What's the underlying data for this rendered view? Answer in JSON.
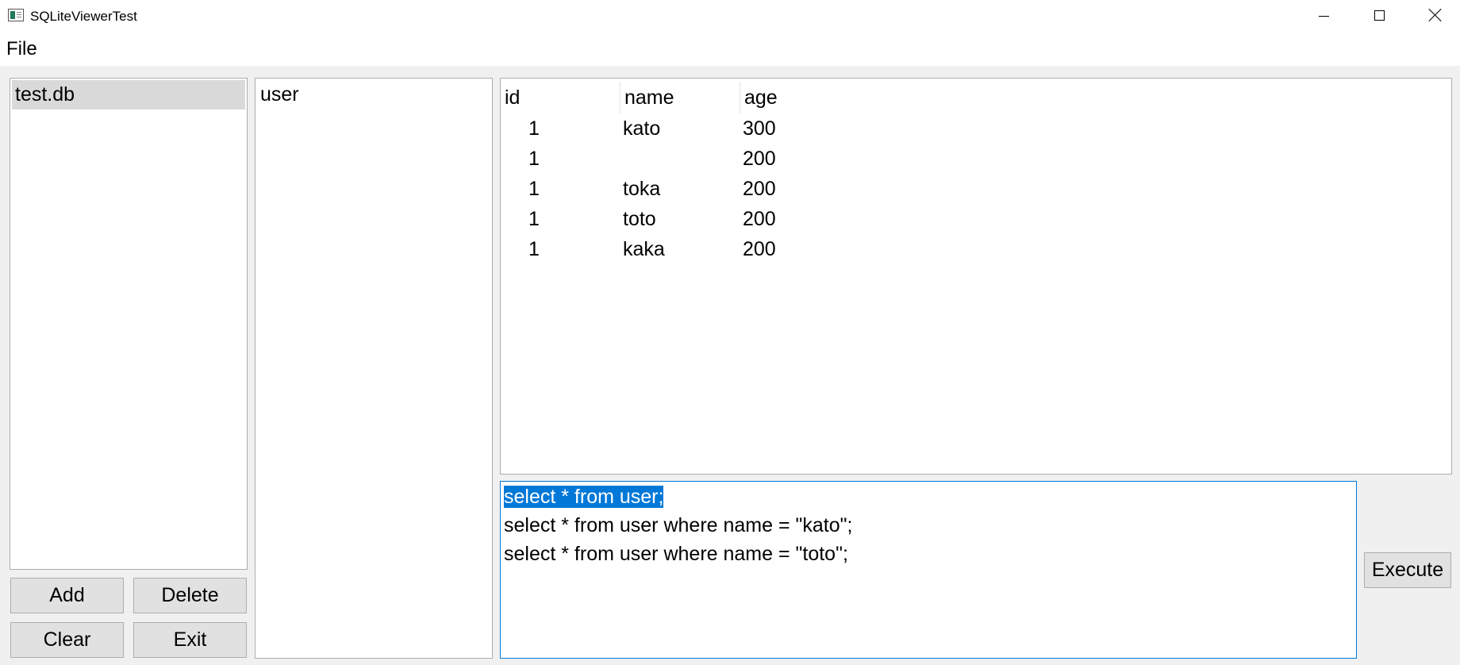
{
  "window": {
    "title": "SQLiteViewerTest"
  },
  "menu": {
    "file_label": "File"
  },
  "databases": {
    "items": [
      "test.db"
    ]
  },
  "tables": {
    "items": [
      "user"
    ]
  },
  "results": {
    "columns": [
      "id",
      "name",
      "age"
    ],
    "rows": [
      [
        "1",
        "kato",
        "300"
      ],
      [
        "1",
        "",
        "200"
      ],
      [
        "1",
        "toka",
        "200"
      ],
      [
        "1",
        "toto",
        "200"
      ],
      [
        "1",
        "kaka",
        "200"
      ]
    ]
  },
  "query": {
    "lines": [
      "select * from user;",
      "select * from user where name = \"kato\";",
      "select * from user where name = \"toto\";"
    ],
    "selected_line": "select * from user;"
  },
  "buttons": {
    "add": "Add",
    "delete": "Delete",
    "clear": "Clear",
    "exit": "Exit",
    "execute": "Execute"
  },
  "colors": {
    "selection": "#0078d7",
    "list_selected": "#d9d9d9",
    "button_face": "#e1e1e1",
    "window_bg": "#f0f0f0"
  }
}
